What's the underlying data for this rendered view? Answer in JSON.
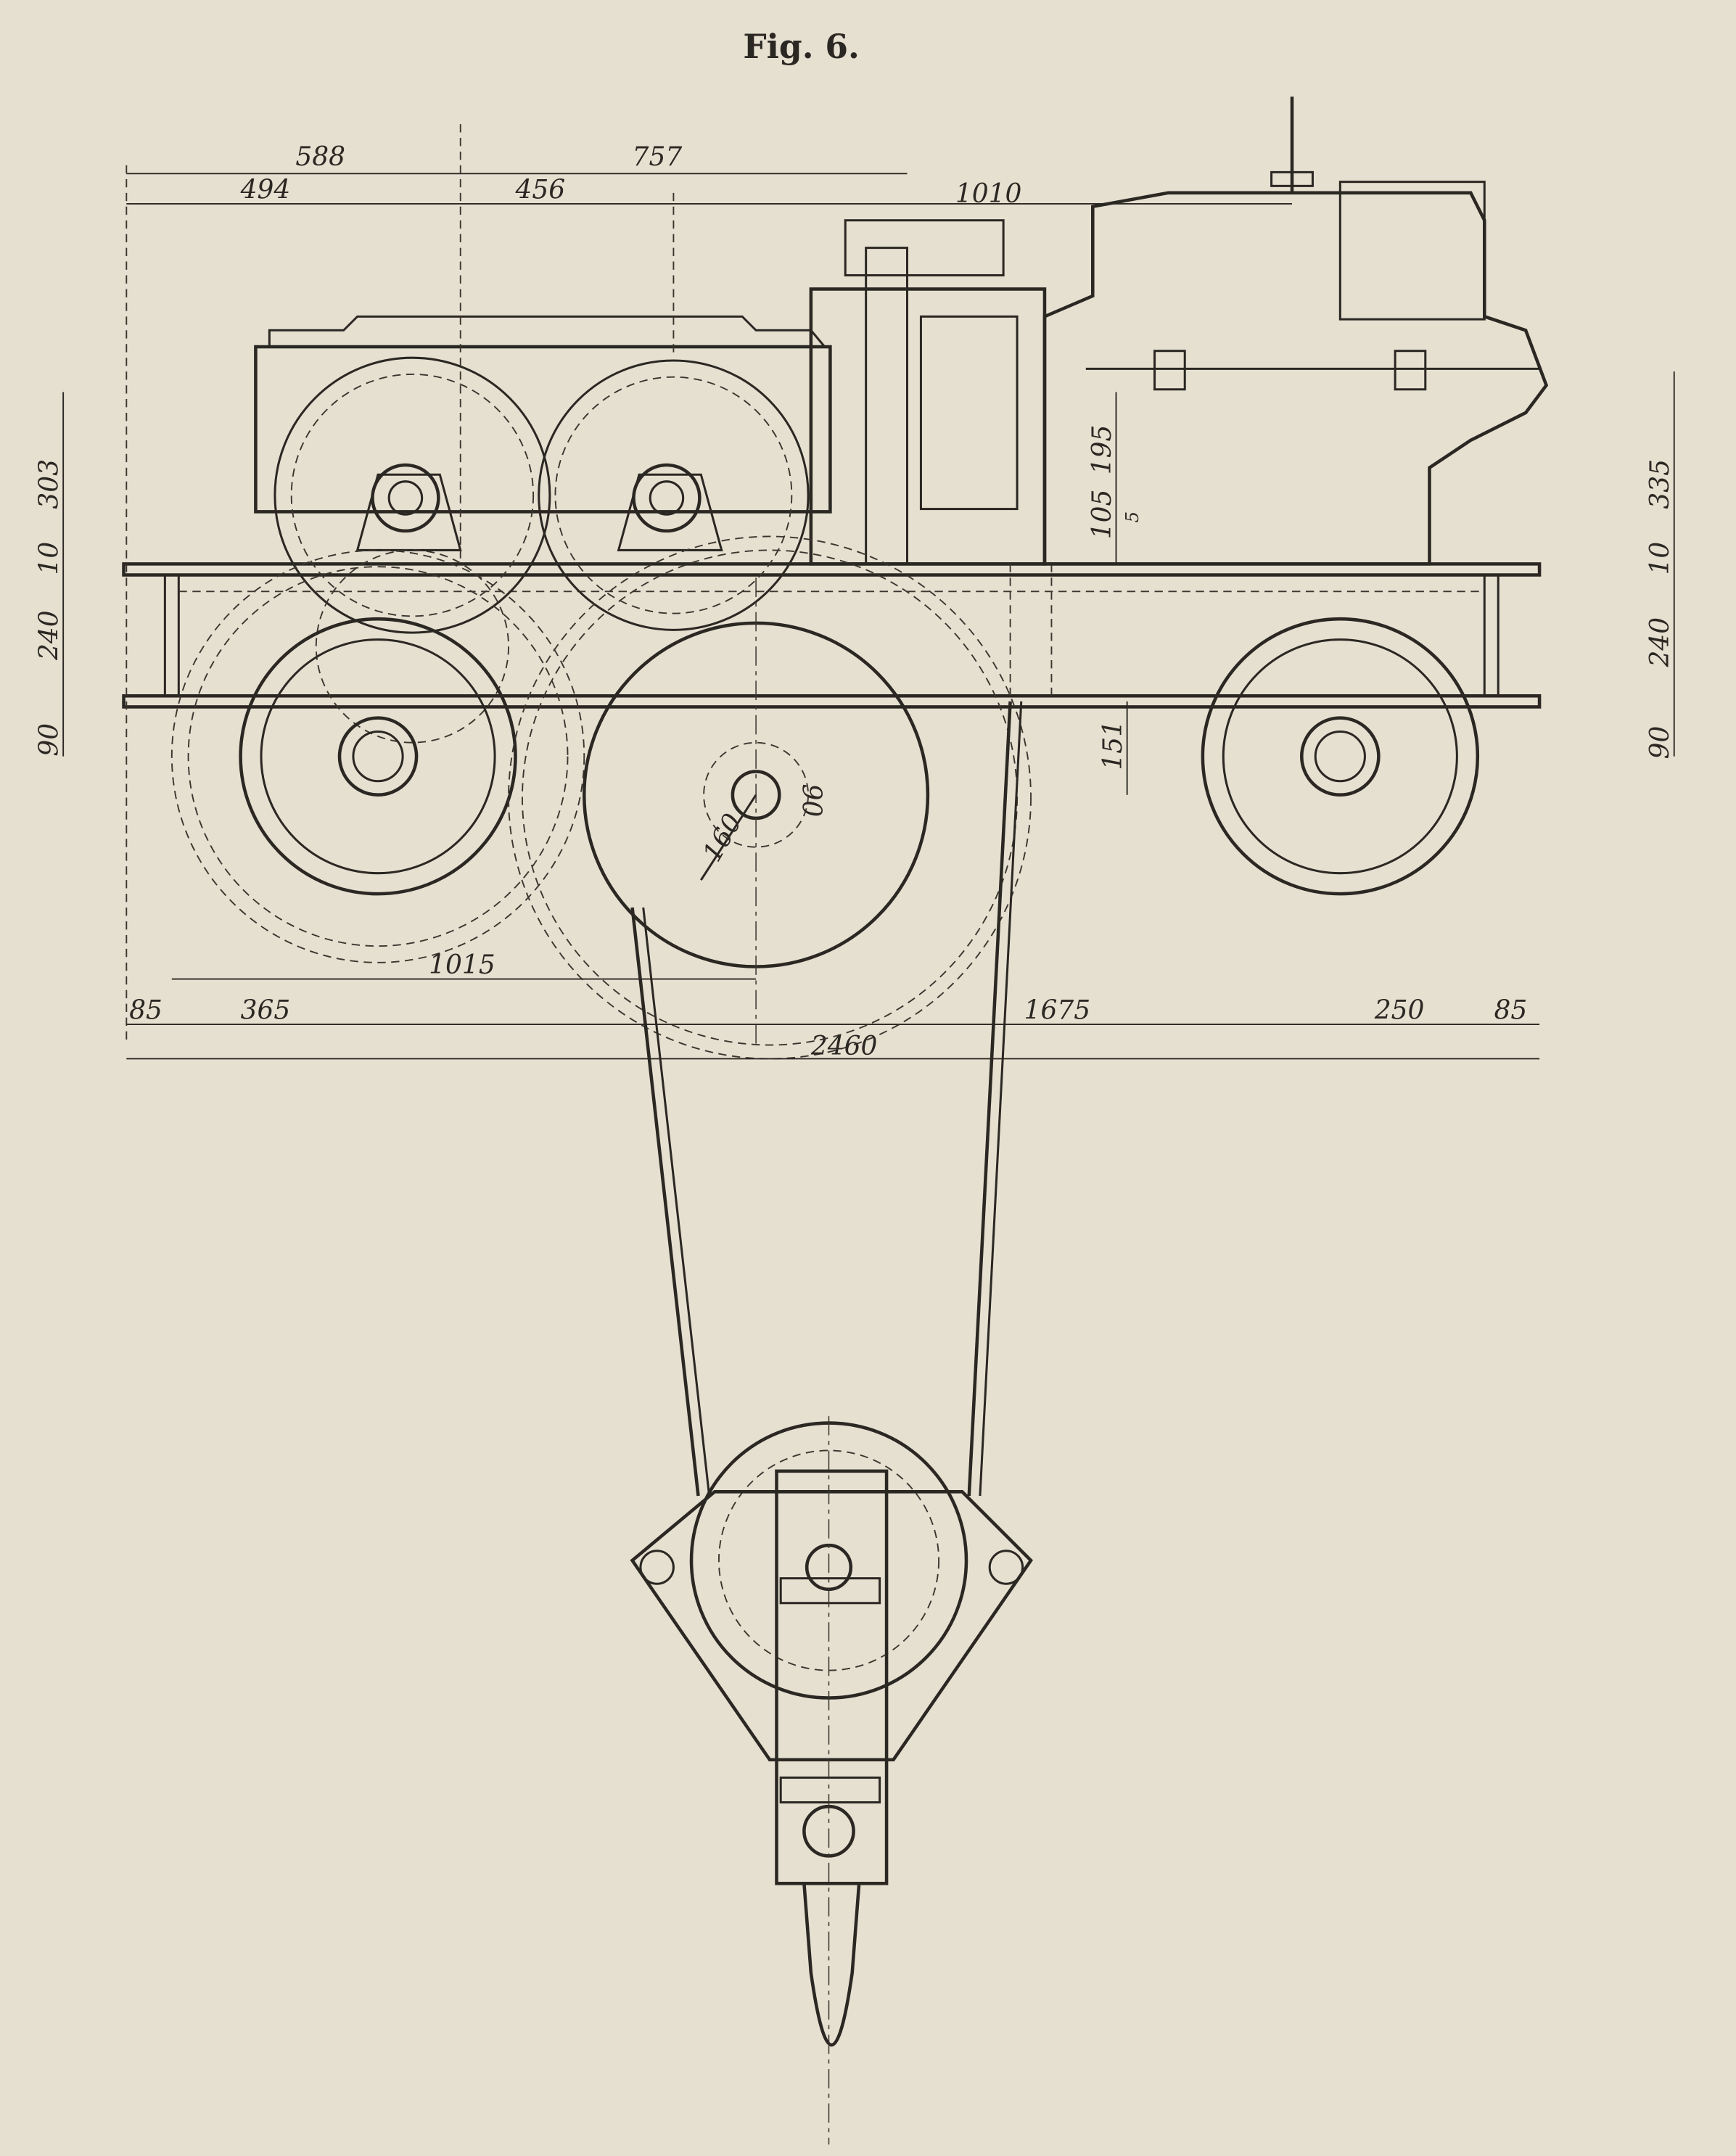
{
  "figure": {
    "title": "Fig. 6."
  },
  "dimensions": {
    "top": [
      "588",
      "757",
      "494",
      "456",
      "1010"
    ],
    "left": [
      "303",
      "10",
      "240",
      "90"
    ],
    "right": [
      "335",
      "10",
      "240",
      "90"
    ],
    "inner": [
      "195",
      "105",
      "5",
      "151",
      "160",
      "90"
    ],
    "bottom": [
      "1015",
      "85",
      "365",
      "1675",
      "250",
      "85",
      "2460"
    ]
  }
}
